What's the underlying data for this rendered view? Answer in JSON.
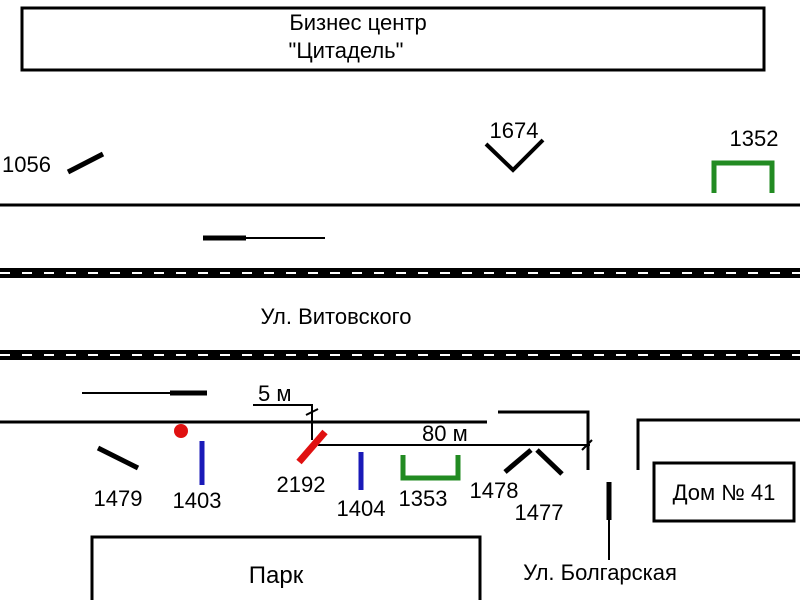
{
  "buildings": {
    "business_center_line1": "Бизнес центр",
    "business_center_line2": "\"Цитадель\"",
    "house": "Дом № 41",
    "park": "Парк"
  },
  "streets": {
    "vitovskogo": "Ул. Витовского",
    "bolgarskaya": "Ул. Болгарская"
  },
  "distances": {
    "short": "5 м",
    "long": "80 м"
  },
  "markers": {
    "m1056": "1056",
    "m1674": "1674",
    "m1352": "1352",
    "m1479": "1479",
    "m1403": "1403",
    "m2192": "2192",
    "m1404": "1404",
    "m1353": "1353",
    "m1478": "1478",
    "m1477": "1477"
  },
  "colors": {
    "line": "#000000",
    "green": "#228B22",
    "blue": "#1a1ab8",
    "red": "#e01010"
  }
}
